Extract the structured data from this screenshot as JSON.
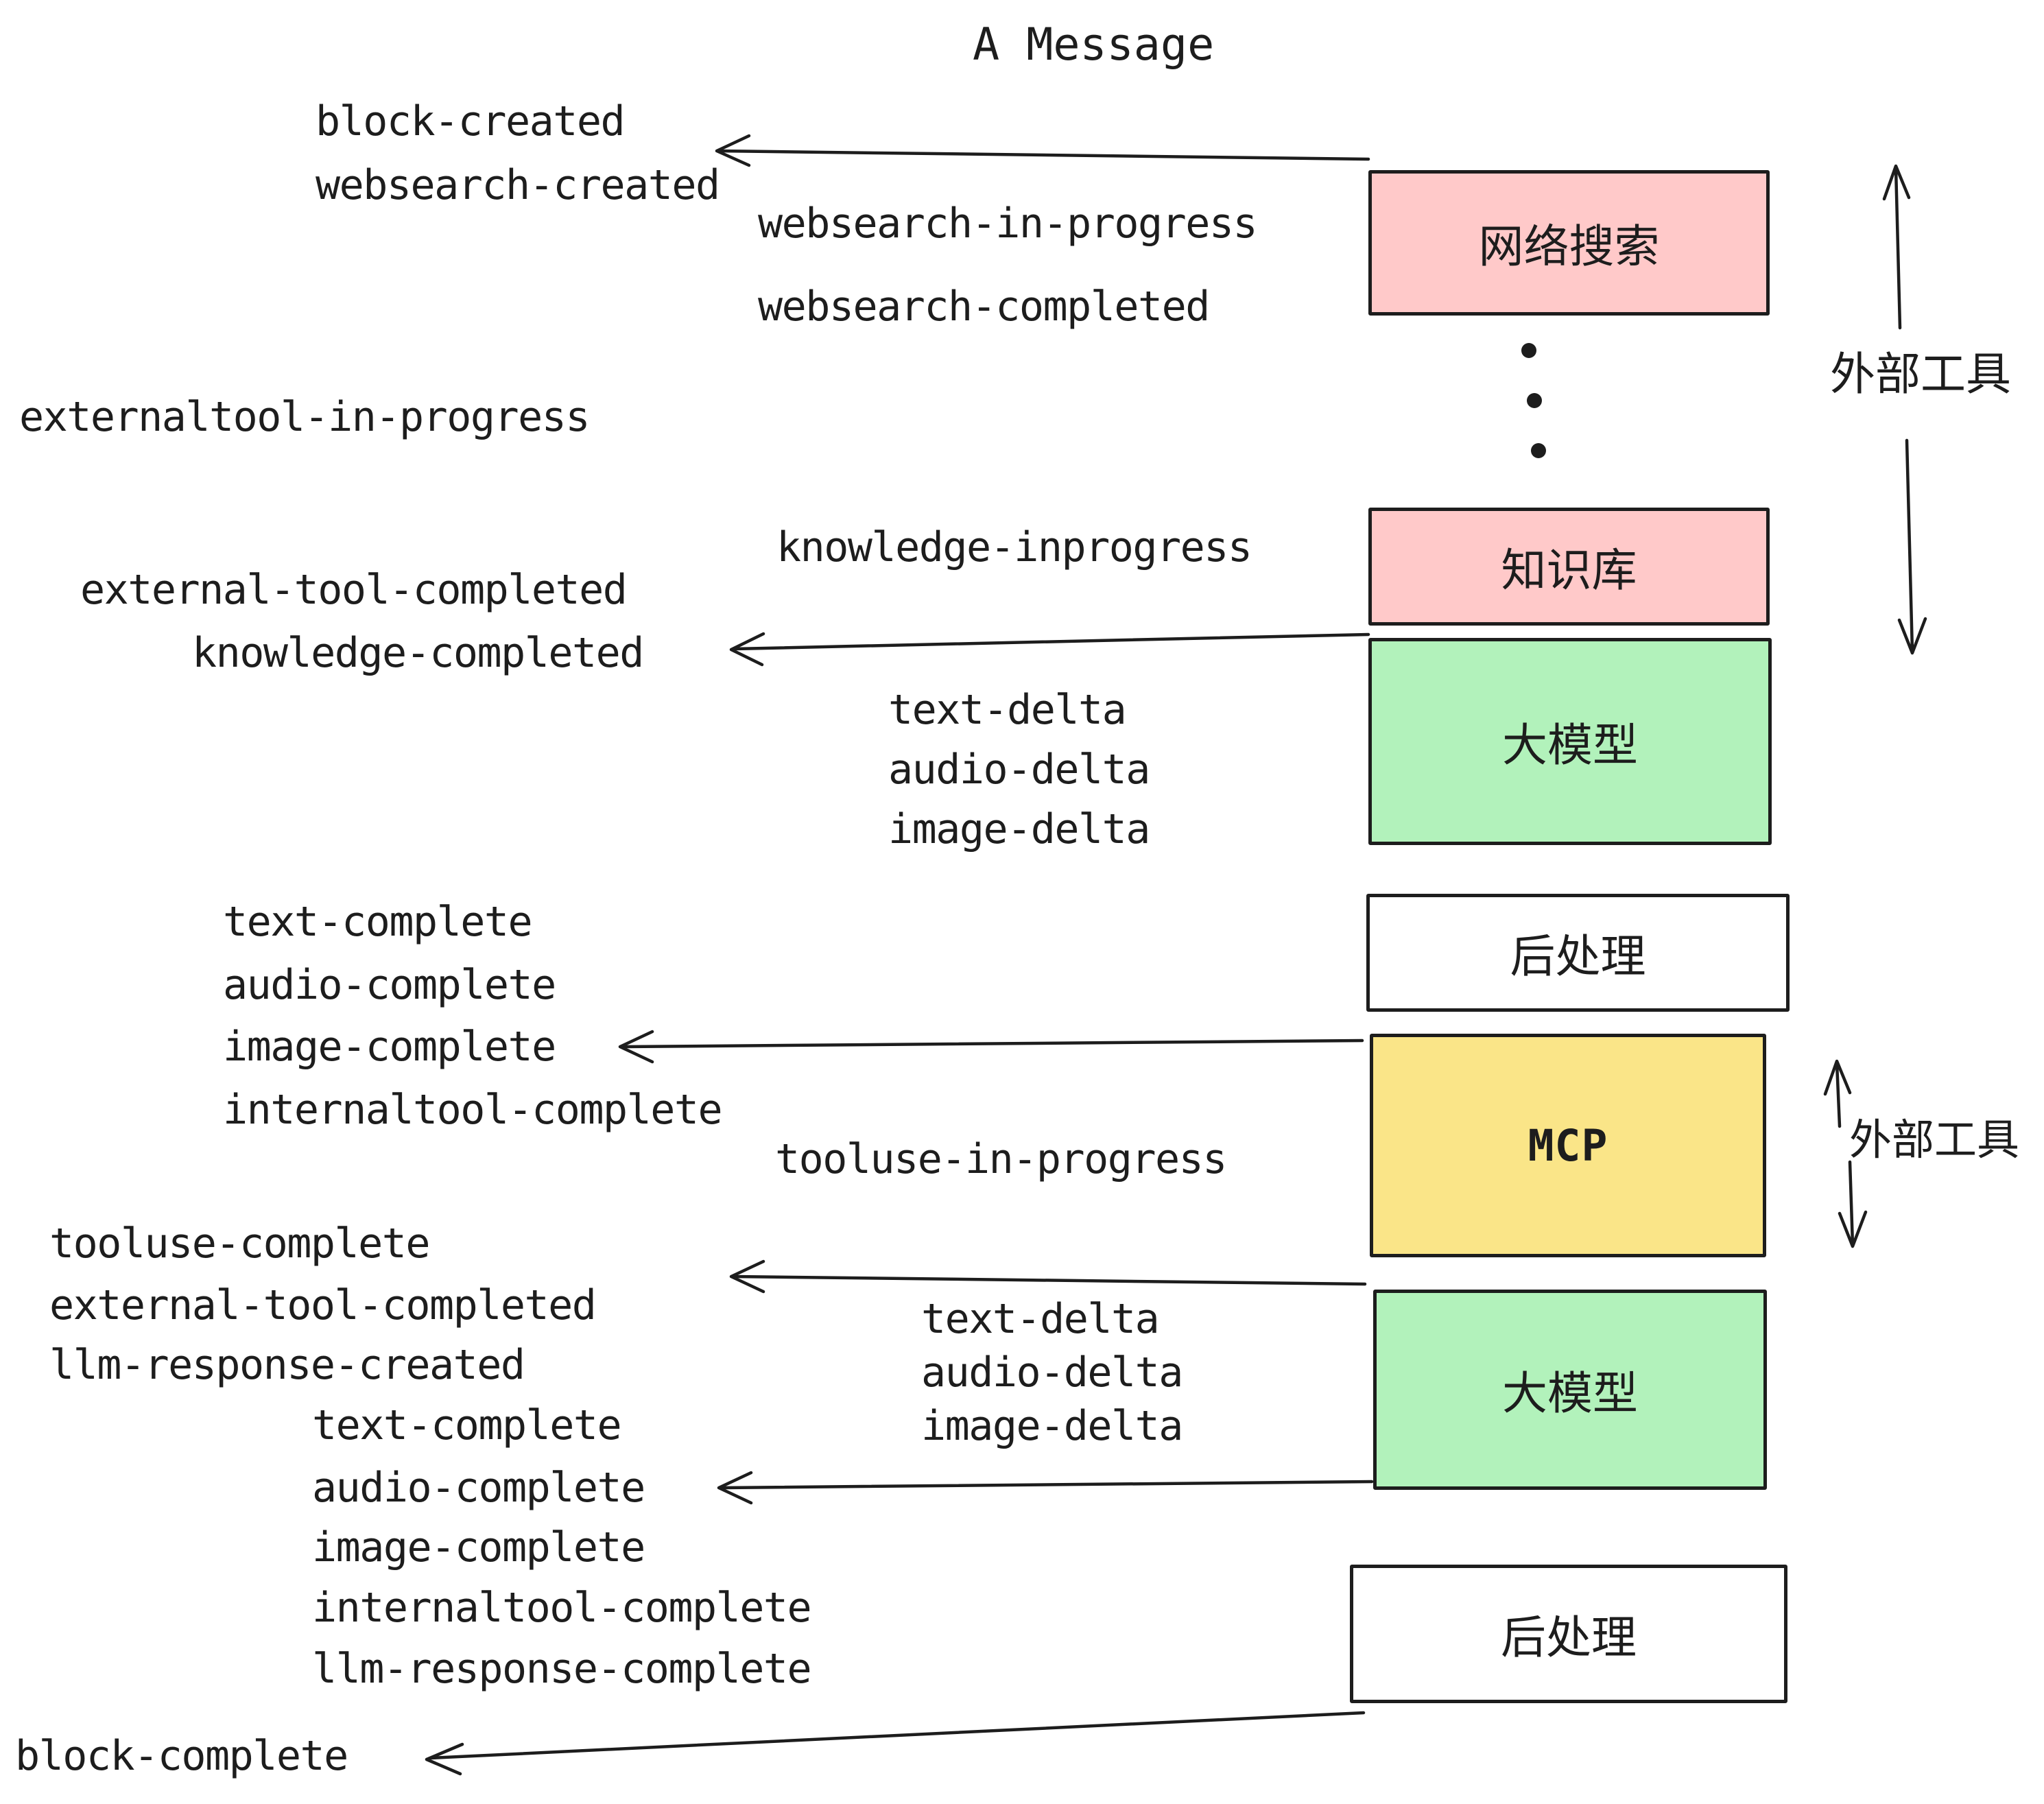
{
  "title": "A Message",
  "boxes": {
    "websearch": {
      "label": "网络搜索",
      "color": "#ffc9c9"
    },
    "knowledge": {
      "label": "知识库",
      "color": "#ffc9c9"
    },
    "llm1": {
      "label": "大模型",
      "color": "#b2f2bb"
    },
    "post1": {
      "label": "后处理",
      "color": "#ffffff"
    },
    "mcp": {
      "label": "MCP",
      "color": "#fae588"
    },
    "llm2": {
      "label": "大模型",
      "color": "#b2f2bb"
    },
    "post2": {
      "label": "后处理",
      "color": "#ffffff"
    }
  },
  "side_labels": {
    "external_tools_1": "外部工具",
    "external_tools_2": "外部工具"
  },
  "events": {
    "block_created": "block-created",
    "websearch_created": "websearch-created",
    "websearch_in_progress": "websearch-in-progress",
    "websearch_completed": "websearch-completed",
    "externaltool_in_progress": "externaltool-in-progress",
    "knowledge_inprogress": "knowledge-inprogress",
    "external_tool_completed_1": "external-tool-completed",
    "knowledge_completed": "knowledge-completed",
    "text_delta_1": "text-delta",
    "audio_delta_1": "audio-delta",
    "image_delta_1": "image-delta",
    "text_complete_1": "text-complete",
    "audio_complete_1": "audio-complete",
    "image_complete_1": "image-complete",
    "internaltool_complete_1": "internaltool-complete",
    "tooluse_in_progress": "tooluse-in-progress",
    "tooluse_complete": "tooluse-complete",
    "external_tool_completed_2": "external-tool-completed",
    "llm_response_created": "llm-response-created",
    "text_delta_2": "text-delta",
    "audio_delta_2": "audio-delta",
    "image_delta_2": "image-delta",
    "text_complete_2": "text-complete",
    "audio_complete_2": "audio-complete",
    "image_complete_2": "image-complete",
    "internaltool_complete_2": "internaltool-complete",
    "llm_response_complete": "llm-response-complete",
    "block_complete": "block-complete"
  }
}
